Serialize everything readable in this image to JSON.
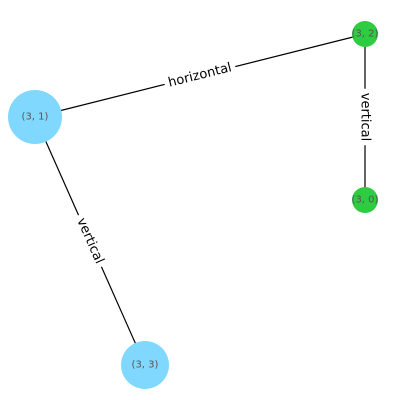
{
  "graph": {
    "nodes": [
      {
        "id": "n31",
        "label": "(3, 1)",
        "color": "#80d8ff",
        "size": "large"
      },
      {
        "id": "n32",
        "label": "(3, 2)",
        "color": "#2ecc40",
        "size": "small"
      },
      {
        "id": "n30",
        "label": "(3, 0)",
        "color": "#2ecc40",
        "size": "small"
      },
      {
        "id": "n33",
        "label": "(3, 3)",
        "color": "#80d8ff",
        "size": "medium"
      }
    ],
    "edges": [
      {
        "source": "n31",
        "target": "n32",
        "label": "horizontal"
      },
      {
        "source": "n32",
        "target": "n30",
        "label": "vertical"
      },
      {
        "source": "n31",
        "target": "n33",
        "label": "vertical"
      }
    ]
  }
}
